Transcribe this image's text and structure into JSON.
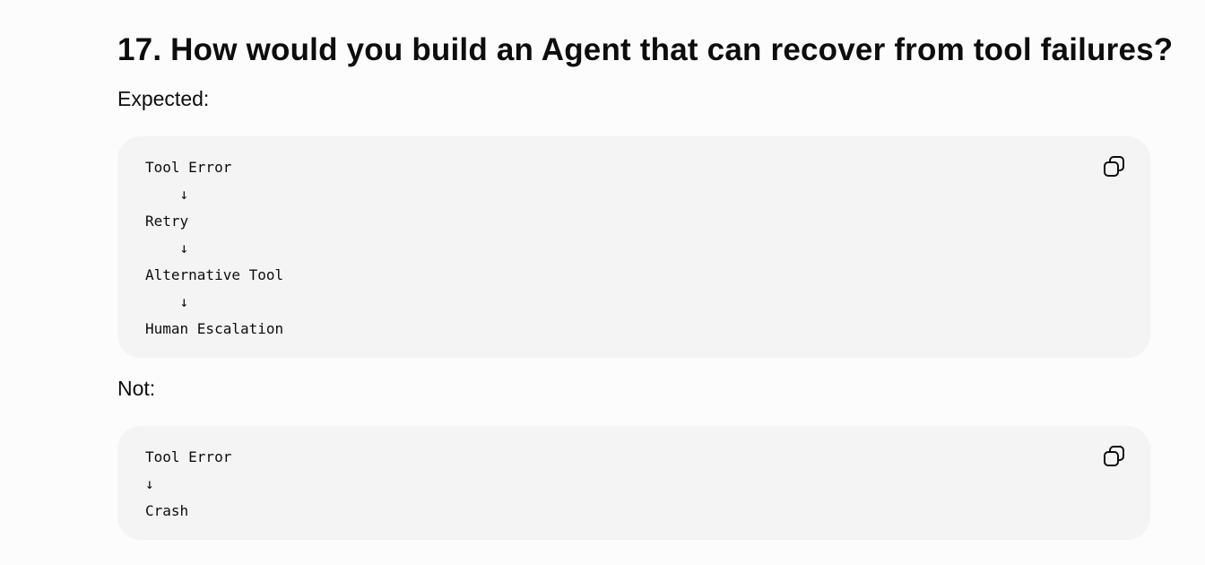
{
  "heading": "17. How would you build an Agent that can recover from tool failures?",
  "sections": [
    {
      "label": "Expected:",
      "code_lines": [
        "Tool Error",
        "    ↓",
        "Retry",
        "    ↓",
        "Alternative Tool",
        "    ↓",
        "Human Escalation"
      ],
      "copy_icon": "copy-icon"
    },
    {
      "label": "Not:",
      "code_lines": [
        "Tool Error",
        "↓",
        "Crash"
      ],
      "copy_icon": "copy-icon"
    }
  ]
}
